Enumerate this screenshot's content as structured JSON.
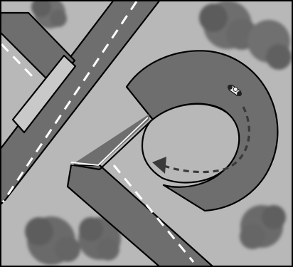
{
  "scene": {
    "colors": {
      "grass": "#b8b8b8",
      "road": "#6e6e6e",
      "road_outline": "#000000",
      "lane_marking": "#ffffff",
      "sidewalk": "#c9c9c9",
      "tree": "#6b6b6b",
      "arrow": "#3a3a3a",
      "frame": "#000000"
    },
    "objects": [
      {
        "name": "diagonal-main-road",
        "kind": "road"
      },
      {
        "name": "diagonal-side-road",
        "kind": "road"
      },
      {
        "name": "jughandle-loop-ramp",
        "kind": "road"
      },
      {
        "name": "pedestrian-overpass-bridge",
        "kind": "bridge"
      },
      {
        "name": "motorcycle-on-loop",
        "kind": "vehicle",
        "icon": "motorcycle-icon"
      },
      {
        "name": "travel-direction-arrow",
        "kind": "arrow",
        "style": "dashed"
      },
      {
        "name": "trees",
        "kind": "vegetation",
        "count": 5
      }
    ]
  }
}
